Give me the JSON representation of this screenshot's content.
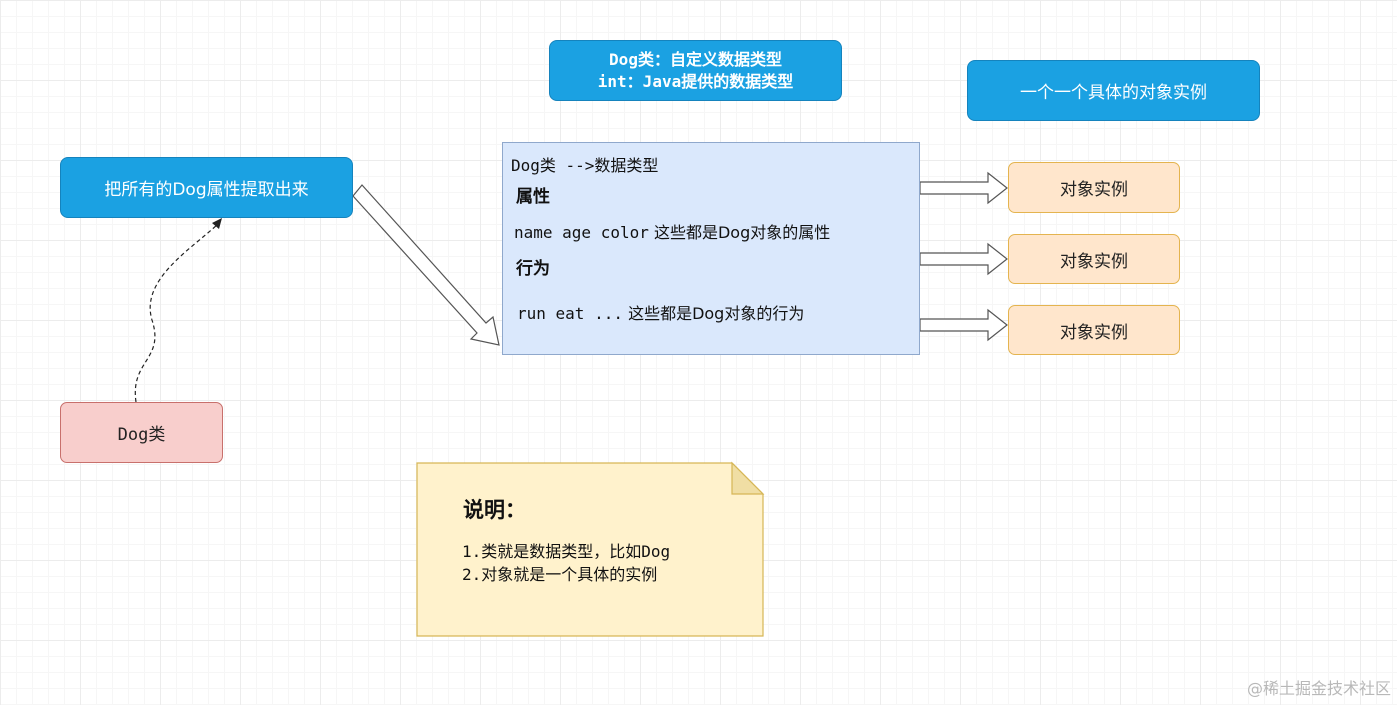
{
  "nodes": {
    "extract": "把所有的Dog属性提取出来",
    "dog_class": "Dog类",
    "top_label_line1": "Dog类：自定义数据类型",
    "top_label_line2": "int：Java提供的数据类型",
    "instances_header": "一个一个具体的对象实例",
    "class_box": {
      "title": "Dog类 -->数据类型",
      "attr_heading": "属性",
      "attr_desc_code": "name age color",
      "attr_desc_text": "这些都是Dog对象的属性",
      "behavior_heading": "行为",
      "behavior_desc_code": "run eat ...",
      "behavior_desc_text": "这些都是Dog对象的行为"
    },
    "instances": [
      "对象实例",
      "对象实例",
      "对象实例"
    ]
  },
  "note": {
    "title": "说明：",
    "line1": "1.类就是数据类型，比如Dog",
    "line2": "2.对象就是一个具体的实例"
  },
  "watermark": "@稀土掘金技术社区",
  "colors": {
    "blue": "#1ba1e2",
    "class_box_fill": "#dae8fc",
    "instance_fill": "#ffe6cc",
    "dog_class_fill": "#f8cecc",
    "note_fill": "#fff2cc"
  }
}
